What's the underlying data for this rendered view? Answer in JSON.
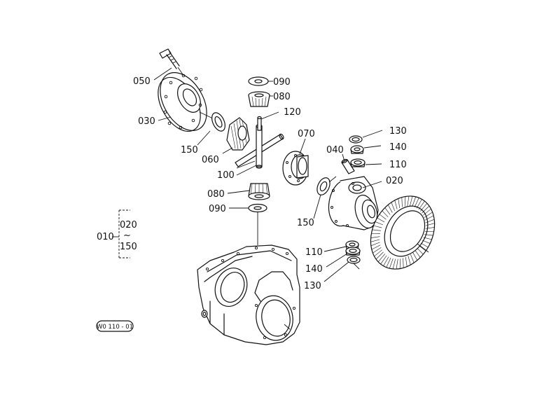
{
  "diagram": {
    "part_numbers": {
      "p050": "050",
      "p030": "030",
      "p090a": "090",
      "p080a": "080",
      "p120": "120",
      "p150a": "150",
      "p060": "060",
      "p070": "070",
      "p100": "100",
      "p040": "040",
      "p130a": "130",
      "p140a": "140",
      "p110a": "110",
      "p020": "020",
      "p080b": "080",
      "p090b": "090",
      "p150b": "150",
      "p110b": "110",
      "p140b": "140",
      "p130b": "130"
    },
    "assembly_group": {
      "parent": "010",
      "child_top": "020",
      "separator": "~",
      "child_bottom": "150"
    },
    "drawing_code": "W0 110 - 01"
  }
}
